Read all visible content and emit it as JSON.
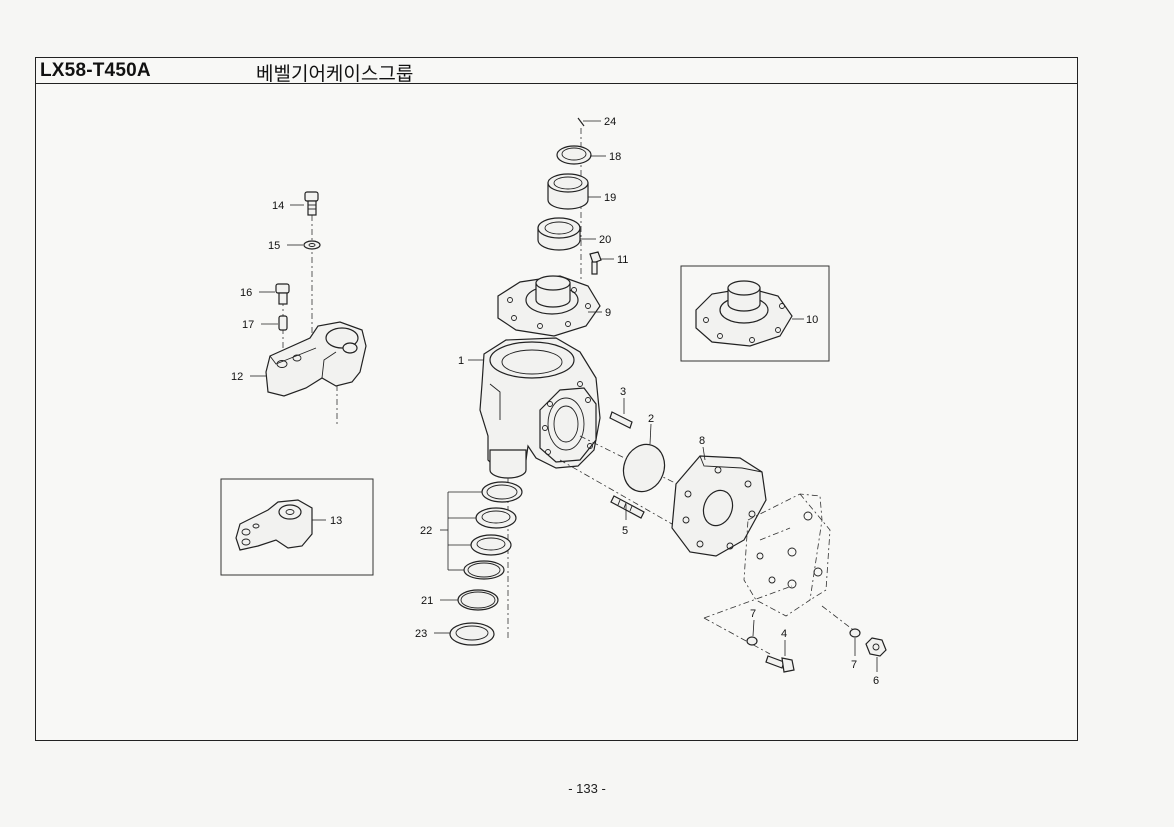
{
  "header": {
    "model": "LX58-T450A",
    "title": "베벨기어케이스그룹"
  },
  "footer": {
    "page": "- 133 -"
  },
  "labels": {
    "p1": "1",
    "p2": "2",
    "p3": "3",
    "p4": "4",
    "p5": "5",
    "p6": "6",
    "p7a": "7",
    "p7b": "7",
    "p8": "8",
    "p9": "9",
    "p10": "10",
    "p11": "11",
    "p12": "12",
    "p13": "13",
    "p14": "14",
    "p15": "15",
    "p16": "16",
    "p17": "17",
    "p18": "18",
    "p19": "19",
    "p20": "20",
    "p21": "21",
    "p22": "22",
    "p23": "23",
    "p24": "24"
  }
}
